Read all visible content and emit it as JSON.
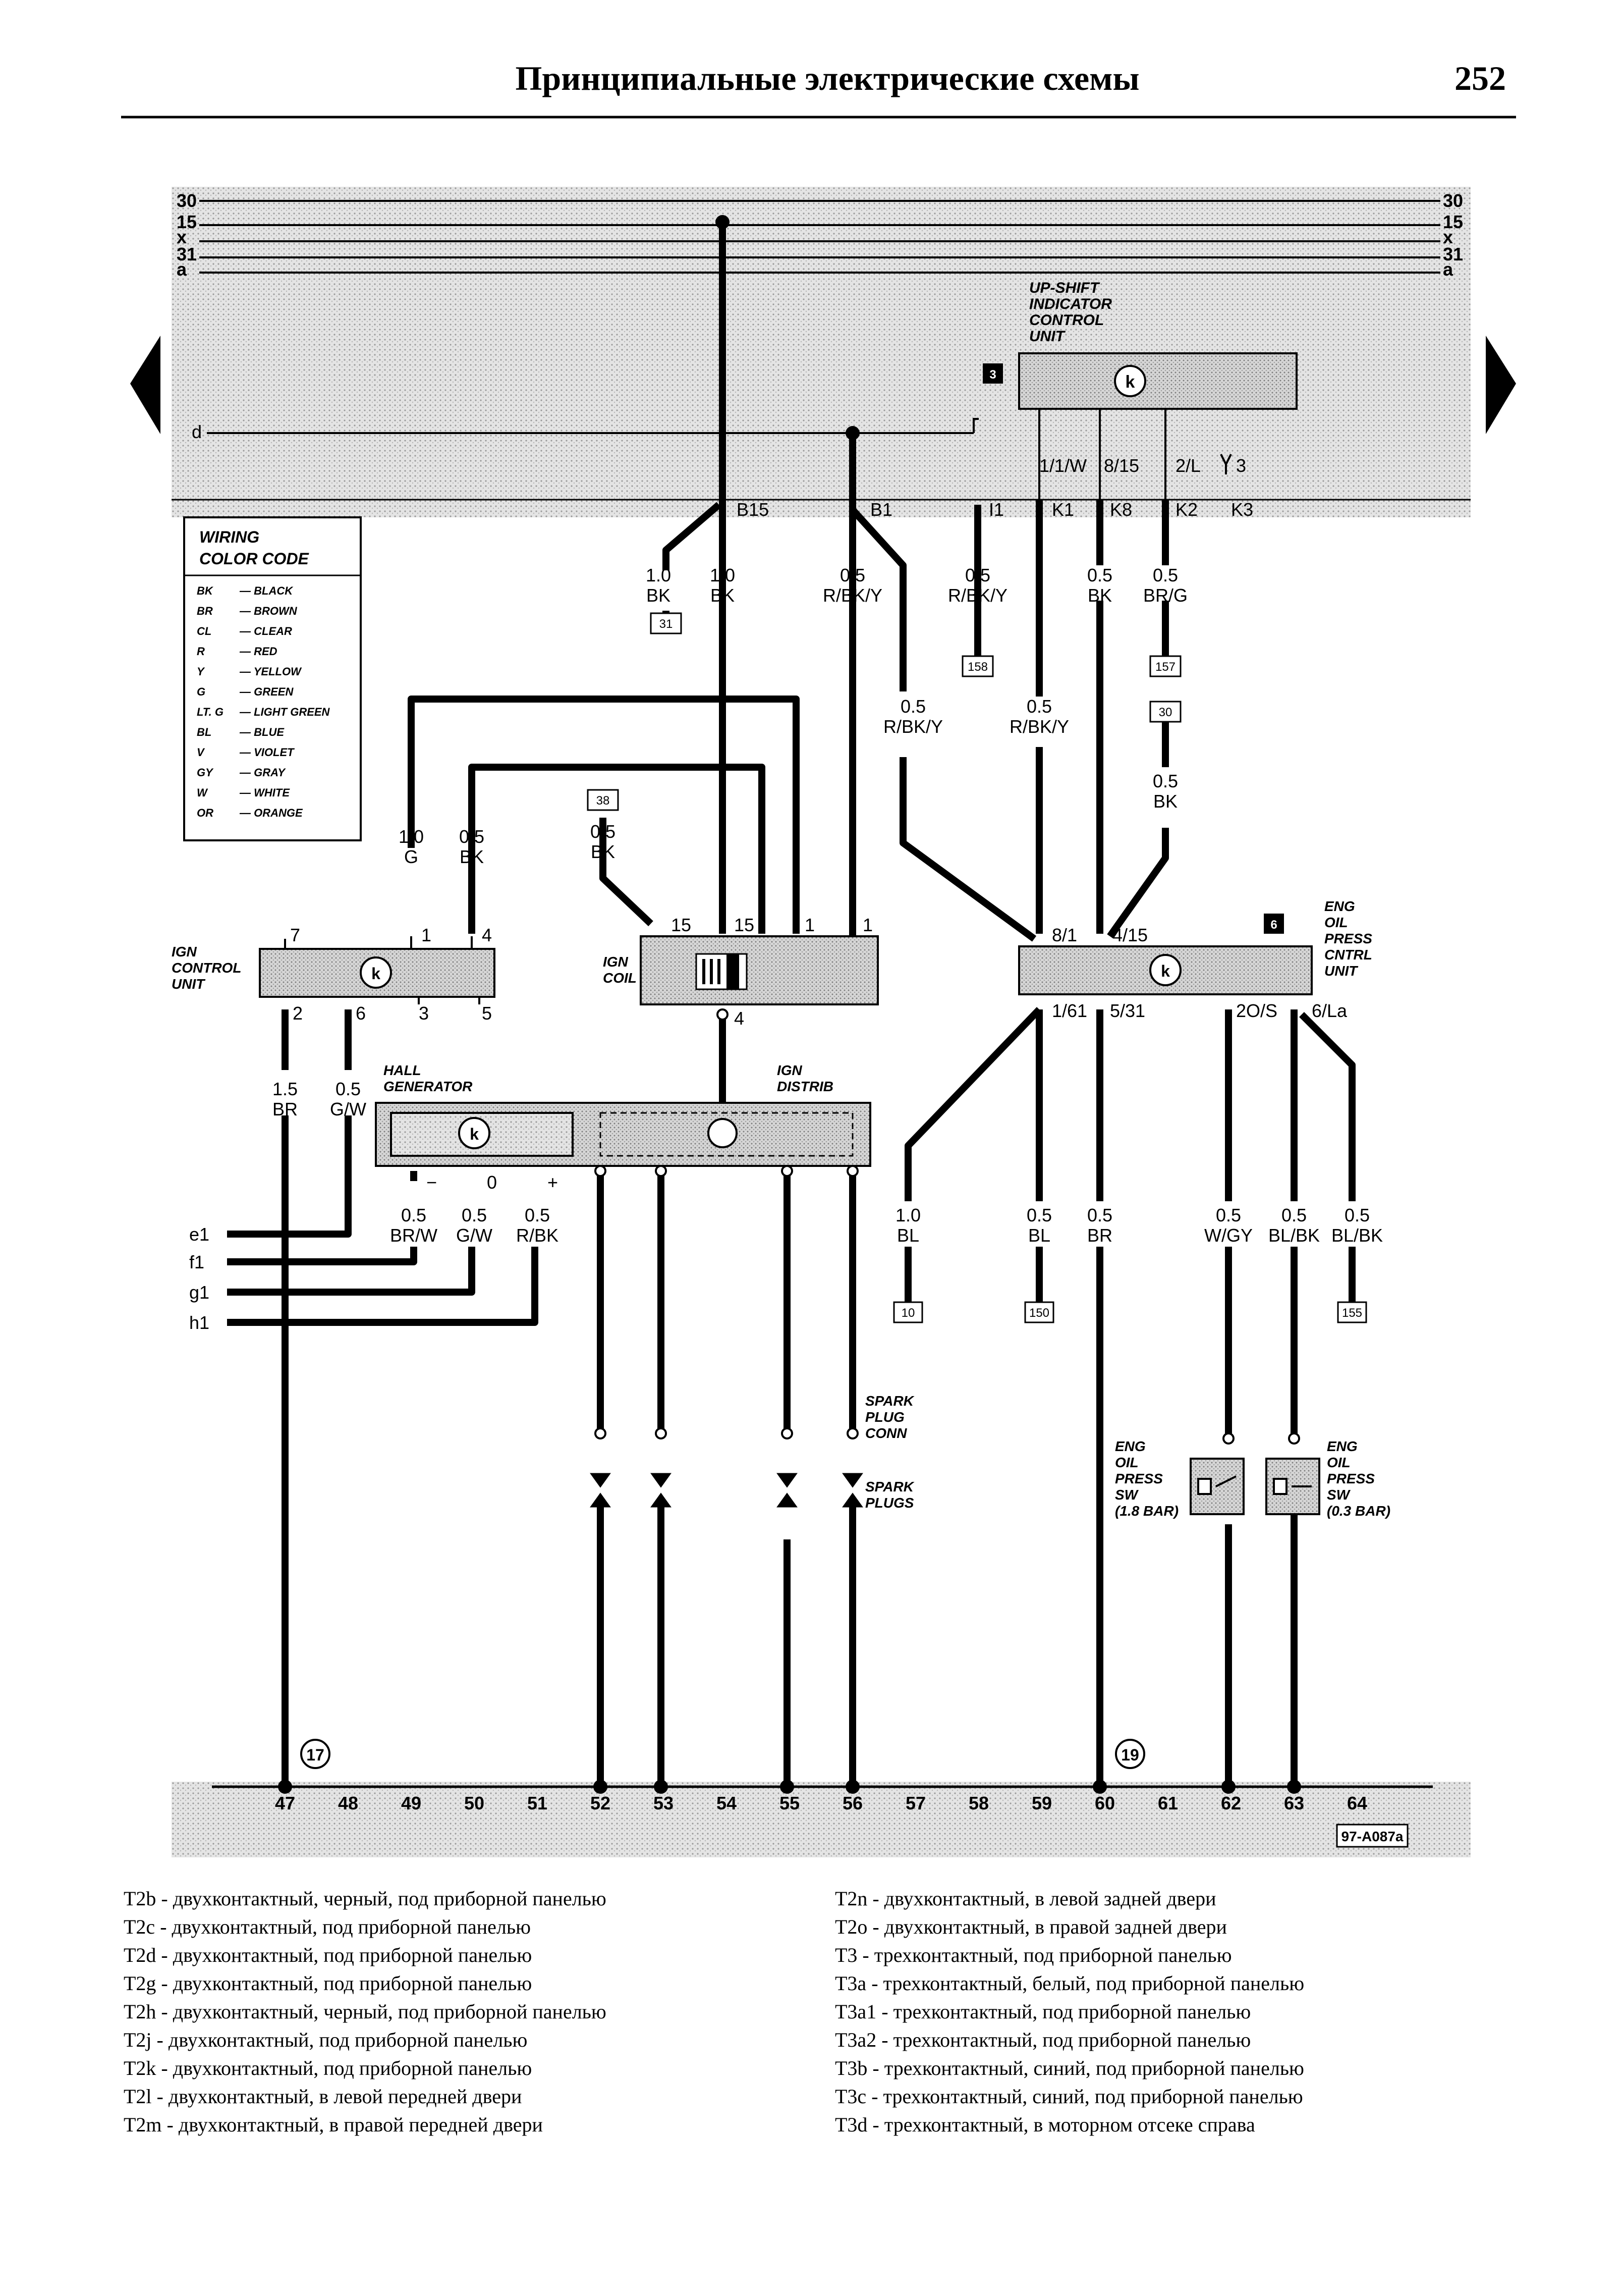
{
  "header": {
    "title": "Принципиальные электрические схемы",
    "page_number": "252"
  },
  "bus": {
    "top_left": [
      "30",
      "15",
      "x",
      "31",
      "a"
    ],
    "top_right": [
      "30",
      "15",
      "x",
      "31",
      "a"
    ],
    "d_line": "d"
  },
  "upshift_unit": {
    "label": [
      "UP-SHIFT",
      "INDICATOR",
      "CONTROL",
      "UNIT"
    ],
    "badge": "3",
    "pins": [
      "1/1/W",
      "8/15",
      "2/L",
      "3"
    ]
  },
  "connectors": [
    "B15",
    "B1",
    "I1",
    "K1",
    "K8",
    "K2",
    "K3"
  ],
  "color_code": {
    "title": [
      "WIRING",
      "COLOR CODE"
    ],
    "rows": [
      [
        "BK",
        "BLACK"
      ],
      [
        "BR",
        "BROWN"
      ],
      [
        "CL",
        "CLEAR"
      ],
      [
        "R",
        "RED"
      ],
      [
        "Y",
        "YELLOW"
      ],
      [
        "G",
        "GREEN"
      ],
      [
        "LT. G",
        "LIGHT GREEN"
      ],
      [
        "BL",
        "BLUE"
      ],
      [
        "V",
        "VIOLET"
      ],
      [
        "GY",
        "GRAY"
      ],
      [
        "W",
        "WHITE"
      ],
      [
        "OR",
        "ORANGE"
      ]
    ]
  },
  "wires": {
    "w_10bk_31": [
      "1.0",
      "BK"
    ],
    "tag_31": "31",
    "w_10bk_b15": [
      "1.0",
      "BK"
    ],
    "w_05rbky_b1": [
      "0.5",
      "R/BK/Y"
    ],
    "w_05rbky_i1": [
      "0.5",
      "R/BK/Y"
    ],
    "tag_158": "158",
    "w_05bk_k8": [
      "0.5",
      "BK"
    ],
    "w_05brg_k2": [
      "0.5",
      "BR/G"
    ],
    "tag_157": "157",
    "w_05rbky_mid1": [
      "0.5",
      "R/BK/Y"
    ],
    "w_05rbky_mid2": [
      "0.5",
      "R/BK/Y"
    ],
    "tag_30": "30",
    "w_05bk_30": [
      "0.5",
      "BK"
    ],
    "tag_38": "38",
    "w_05bk_38": [
      "0.5",
      "BK"
    ],
    "w_10g": [
      "1.0",
      "G"
    ],
    "w_05bk_4": [
      "0.5",
      "BK"
    ],
    "w_15br": [
      "1.5",
      "BR"
    ],
    "w_05gw": [
      "0.5",
      "G/W"
    ],
    "w_05brw": [
      "0.5",
      "BR/W"
    ],
    "w_05gw2": [
      "0.5",
      "G/W"
    ],
    "w_05rbk": [
      "0.5",
      "R/BK"
    ],
    "w_10bl": [
      "1.0",
      "BL"
    ],
    "tag_10": "10",
    "w_05bl": [
      "0.5",
      "BL"
    ],
    "tag_150": "150",
    "w_05br": [
      "0.5",
      "BR"
    ],
    "w_05wgy": [
      "0.5",
      "W/GY"
    ],
    "w_05blbk1": [
      "0.5",
      "BL/BK"
    ],
    "w_05blbk2": [
      "0.5",
      "BL/BK"
    ],
    "tag_155": "155"
  },
  "components": {
    "ign_control": {
      "label": [
        "IGN",
        "CONTROL",
        "UNIT"
      ],
      "pins": [
        "7",
        "1",
        "4",
        "2",
        "6",
        "3",
        "5"
      ]
    },
    "ign_coil": {
      "label": [
        "IGN",
        "COIL"
      ],
      "pins": [
        "15",
        "15",
        "1",
        "1",
        "4"
      ]
    },
    "hall": {
      "label": [
        "HALL",
        "GENERATOR"
      ],
      "pins": [
        "−",
        "0",
        "+"
      ]
    },
    "distrib": {
      "label": [
        "IGN",
        "DISTRIB"
      ]
    },
    "oil_cntrl": {
      "label": [
        "ENG",
        "OIL",
        "PRESS",
        "CNTRL",
        "UNIT"
      ],
      "badge": "6",
      "pins": [
        "8/1",
        "4/15",
        "1/61",
        "5/31",
        "2O/S",
        "6/La"
      ]
    },
    "spark": {
      "conn": [
        "SPARK",
        "PLUG",
        "CONN"
      ],
      "plugs": [
        "SPARK",
        "PLUGS"
      ]
    },
    "sw18": [
      "ENG",
      "OIL",
      "PRESS",
      "SW",
      "(1.8 BAR)"
    ],
    "sw03": [
      "ENG",
      "OIL",
      "PRESS",
      "SW",
      "(0.3 BAR)"
    ]
  },
  "left_refs": [
    "e1",
    "f1",
    "g1",
    "h1"
  ],
  "grounds": [
    "17",
    "19"
  ],
  "ground_strip": [
    "47",
    "48",
    "49",
    "50",
    "51",
    "52",
    "53",
    "54",
    "55",
    "56",
    "57",
    "58",
    "59",
    "60",
    "61",
    "62",
    "63",
    "64"
  ],
  "figure_code": "97-A087a",
  "legend_left": [
    "T2b - двухконтактный, черный, под приборной панелью",
    "T2c - двухконтактный, под приборной панелью",
    "T2d - двухконтактный, под приборной панелью",
    "T2g - двухконтактный, под приборной панелью",
    "T2h - двухконтактный, черный, под приборной панелью",
    "T2j - двухконтактный, под приборной панелью",
    "T2k - двухконтактный, под приборной панелью",
    "T2l - двухконтактный, в левой передней двери",
    "T2m - двухконтактный, в правой передней двери"
  ],
  "legend_right": [
    "T2n - двухконтактный, в левой задней двери",
    "T2o - двухконтактный, в правой задней двери",
    "T3 - трехконтактный, под приборной панелью",
    "T3a - трехконтактный, белый, под приборной панелью",
    "T3a1 - трехконтактный, под приборной панелью",
    "T3a2 - трехконтактный, под приборной панелью",
    "T3b - трехконтактный, синий, под приборной панелью",
    "T3c - трехконтактный, синий, под приборной панелью",
    "T3d - трехконтактный, в моторном отсеке справа"
  ]
}
